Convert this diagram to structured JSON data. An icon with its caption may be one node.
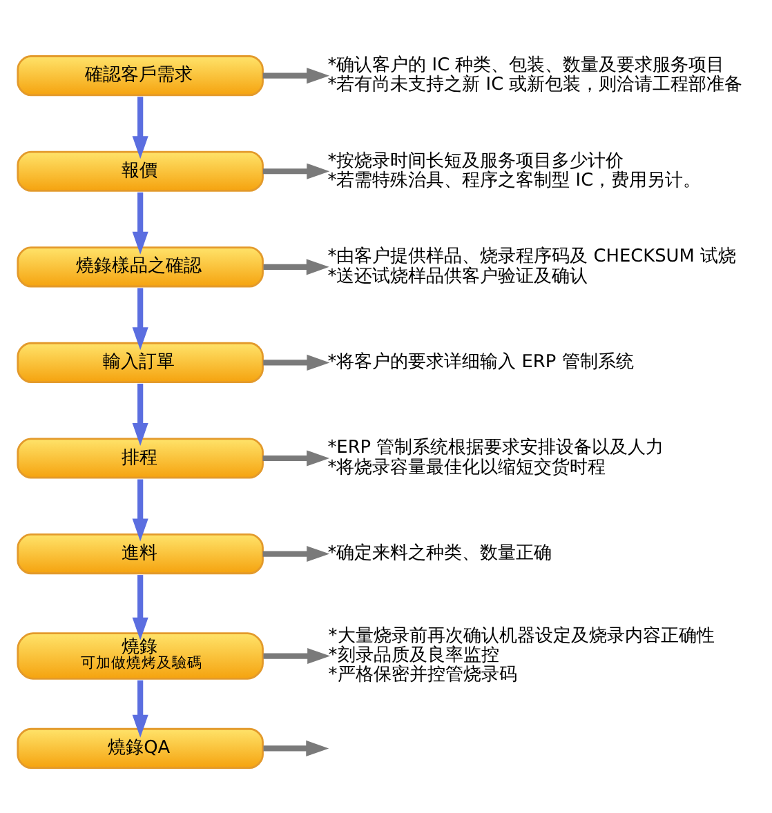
{
  "diagram": {
    "nodes": [
      {
        "text": [
          "確認客戶需求"
        ]
      },
      {
        "text": [
          "*确认客户的 IC 种类、包装、数量及要求服务项目",
          "*若有尚未支持之新 IC 或新包装，则洽请工程部准备"
        ]
      },
      {
        "text": [
          "報價"
        ]
      },
      {
        "text": [
          "*按烧录时间长短及服务项目多少计价",
          "*若需特殊治具、程序之客制型 IC，费用另计。"
        ]
      },
      {
        "text": [
          "燒錄樣品之確認"
        ]
      },
      {
        "text": [
          "*由客户提供样品、烧录程序码及 CHECKSUM 试烧",
          "*送还试烧样品供客户验证及确认"
        ]
      },
      {
        "text": [
          "輸入訂單"
        ]
      },
      {
        "text": [
          "*将客户的要求详细输入 ERP 管制系统"
        ]
      },
      {
        "text": [
          "排程"
        ]
      },
      {
        "text": [
          "*ERP 管制系统根据要求安排设备以及人力",
          "*将烧录容量最佳化以缩短交货时程"
        ]
      },
      {
        "text": [
          "進料"
        ]
      },
      {
        "text": [
          "*确定来料之种类、数量正确"
        ]
      },
      {
        "text": [
          "燒錄",
          "可加做燒烤及驗碼"
        ]
      },
      {
        "text": [
          "*大量烧录前再次确认机器设定及烧录内容正确性",
          "*刻录品质及良率监控",
          "*严格保密并控管烧录码"
        ]
      },
      {
        "text": [
          "燒錄QA"
        ]
      }
    ],
    "edges": [
      {
        "from": 0,
        "to": 1,
        "arrow": "to"
      },
      {
        "from": 0,
        "to": 2,
        "arrow": "to",
        "color": "#5b6ee0"
      },
      {
        "from": 2,
        "to": 3,
        "arrow": "to"
      },
      {
        "from": 2,
        "to": 4,
        "arrow": "to",
        "color": "#5b6ee0"
      },
      {
        "from": 4,
        "to": 5,
        "arrow": "to"
      },
      {
        "from": 4,
        "to": 6,
        "arrow": "to",
        "color": "#5b6ee0"
      },
      {
        "from": 6,
        "to": 7,
        "arrow": "to"
      },
      {
        "from": 6,
        "to": 8,
        "arrow": "to",
        "color": "#5b6ee0"
      },
      {
        "from": 8,
        "to": 9,
        "arrow": "to"
      },
      {
        "from": 8,
        "to": 10,
        "arrow": "to",
        "color": "#5b6ee0"
      },
      {
        "from": 10,
        "to": 11,
        "arrow": "to"
      },
      {
        "from": 10,
        "to": 12,
        "arrow": "to",
        "color": "#5b6ee0"
      },
      {
        "from": 12,
        "to": 13,
        "arrow": "to"
      },
      {
        "from": 12,
        "to": 14,
        "arrow": "to",
        "color": "#5b6ee0"
      },
      {
        "from": 14,
        "to": null,
        "arrow": "to"
      }
    ]
  }
}
